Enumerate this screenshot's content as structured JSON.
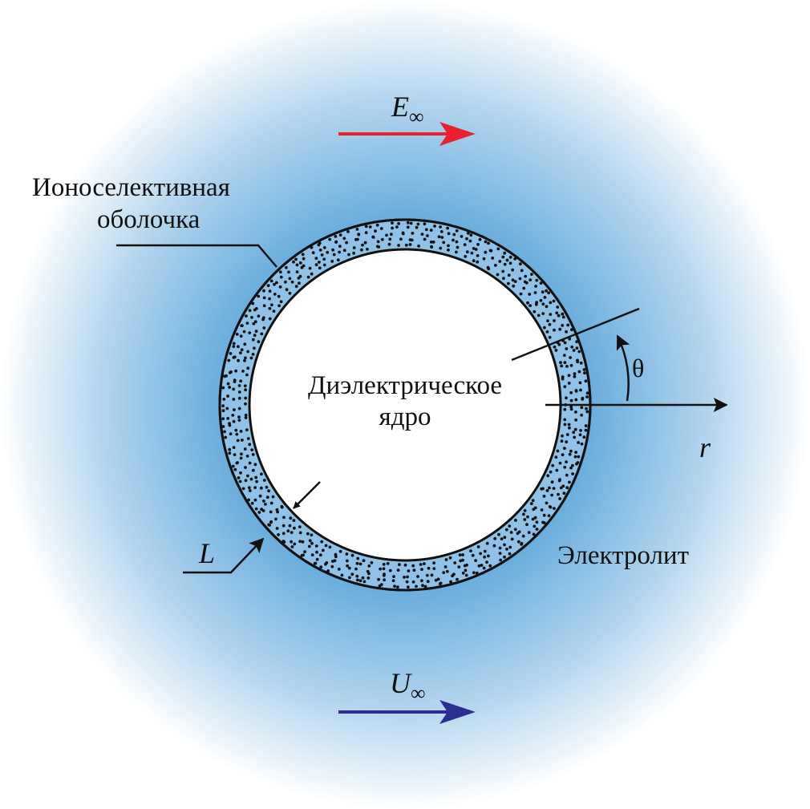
{
  "labels": {
    "field_E": "E",
    "field_U": "U",
    "infinity": "∞",
    "shell": [
      "Ионоселективная",
      "оболочка"
    ],
    "core": [
      "Диэлектрическое",
      "ядро"
    ],
    "thickness": "L",
    "radial": "r",
    "angle": "θ",
    "electrolyte": "Электролит"
  },
  "colors": {
    "field_E_arrow": "#e8212e",
    "field_U_arrow": "#2b2f8f",
    "electrolyte_center": "#5aa2d6",
    "shell_fill": "#8fc2e6",
    "core_fill": "#ffffff",
    "outline": "#111111"
  }
}
